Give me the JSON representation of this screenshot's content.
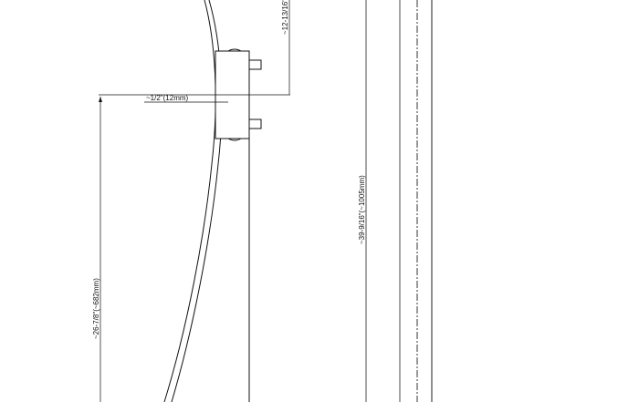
{
  "dimensions": {
    "height_top": "~12-13/16\"",
    "offset": "~1/2\"(12mm)",
    "height_total": "~39-9/16\"(~1005mm)",
    "height_lower": "~26-7/8\"(~682mm)"
  }
}
